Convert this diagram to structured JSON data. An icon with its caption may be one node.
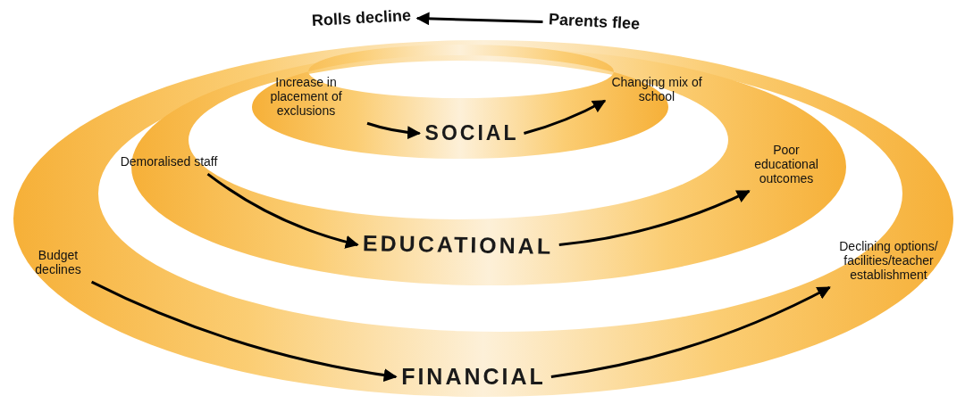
{
  "diagram": {
    "nodes": [
      {
        "text": [
          "Rolls decline"
        ]
      },
      {
        "text": [
          "Parents flee"
        ]
      },
      {
        "text": [
          "Increase in placement of exclusions"
        ]
      },
      {
        "text": [
          "SOCIAL"
        ]
      },
      {
        "text": [
          "Changing mix of school"
        ]
      },
      {
        "text": [
          "Demoralised staff"
        ]
      },
      {
        "text": [
          "EDUCATIONAL"
        ]
      },
      {
        "text": [
          "Poor educational outcomes"
        ]
      },
      {
        "text": [
          "Budget declines"
        ]
      },
      {
        "text": [
          "FINANCIAL"
        ]
      },
      {
        "text": [
          "Declining options/ facilities/teacher establishment"
        ]
      }
    ],
    "edges": [
      {
        "from": 1,
        "to": 0,
        "arrow": "to"
      },
      {
        "from": 2,
        "to": 3,
        "arrow": "to"
      },
      {
        "from": 3,
        "to": 4,
        "arrow": "to"
      },
      {
        "from": 5,
        "to": 6,
        "arrow": "to"
      },
      {
        "from": 6,
        "to": 7,
        "arrow": "to"
      },
      {
        "from": 8,
        "to": 9,
        "arrow": "to"
      },
      {
        "from": 9,
        "to": 10,
        "arrow": "to"
      }
    ]
  }
}
